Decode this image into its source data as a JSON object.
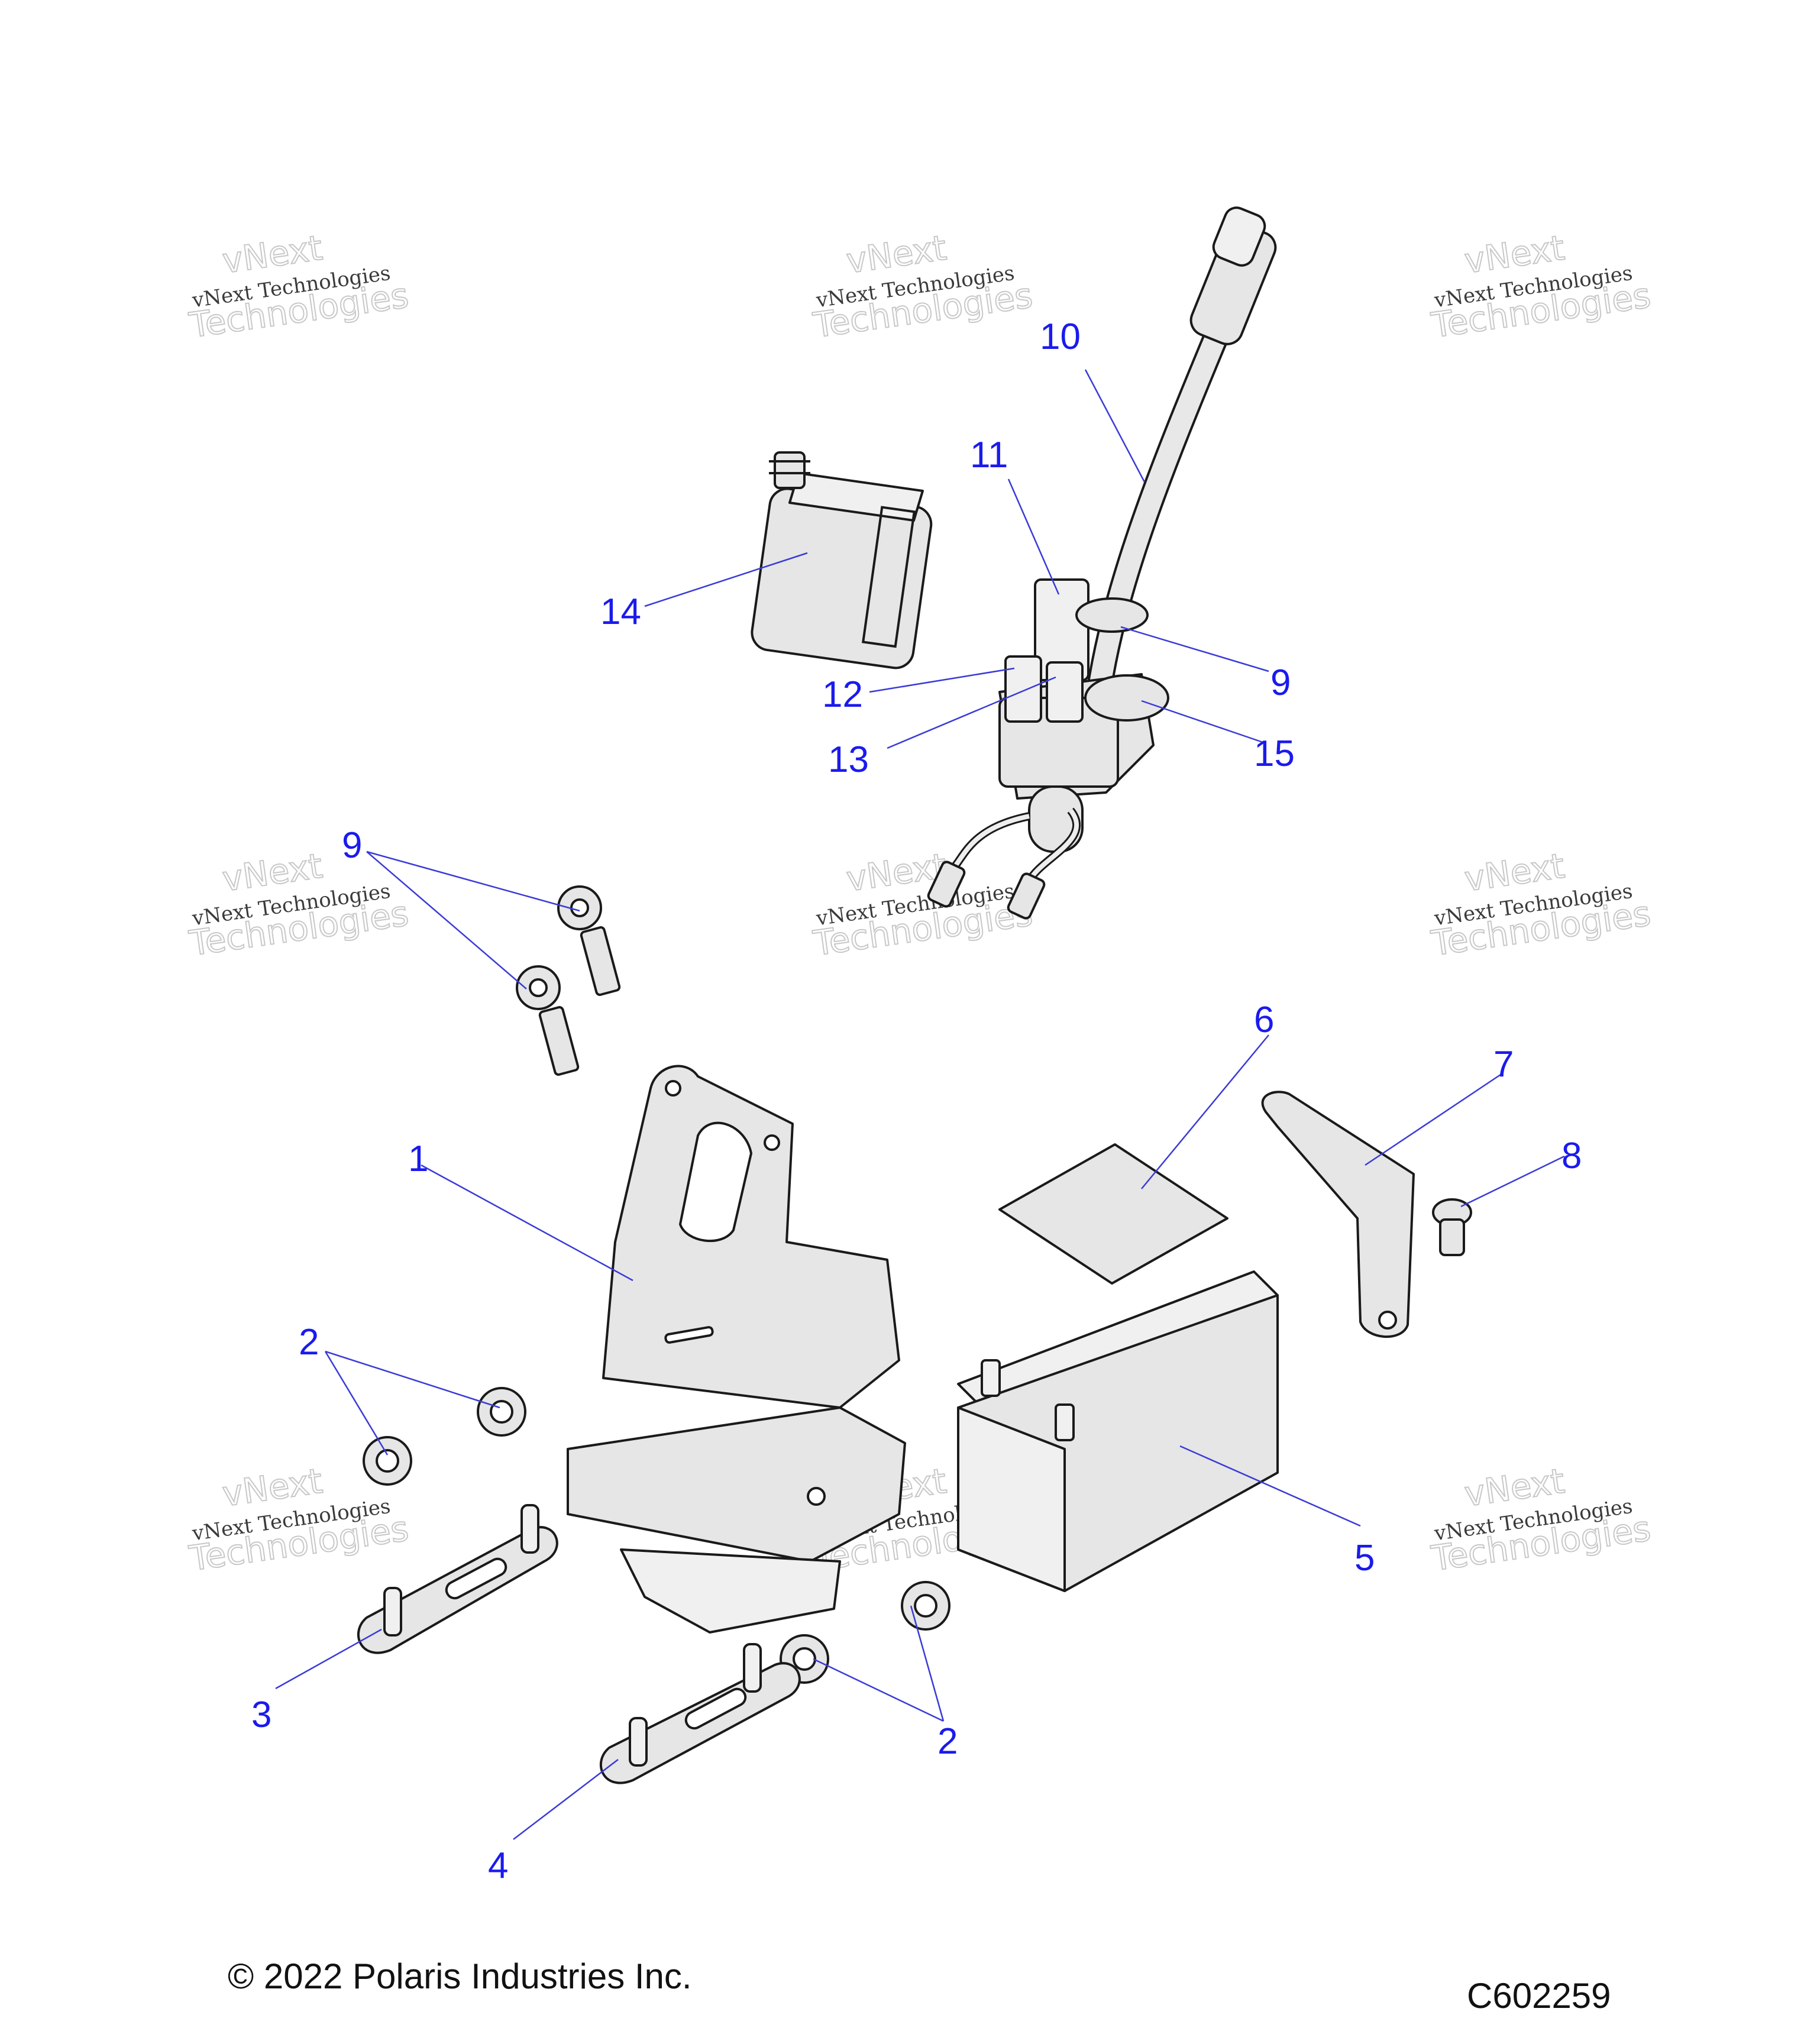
{
  "watermark": {
    "line1": "vNext",
    "line2": "vNext Technologies",
    "line3": "Technologies"
  },
  "callouts": {
    "c1": "1",
    "c2a": "2",
    "c2b": "2",
    "c3": "3",
    "c4": "4",
    "c5": "5",
    "c6": "6",
    "c7": "7",
    "c8": "8",
    "c9a": "9",
    "c9b": "9",
    "c10": "10",
    "c11": "11",
    "c12": "12",
    "c13": "13",
    "c14": "14",
    "c15": "15"
  },
  "footer": {
    "copyright": "© 2022 Polaris Industries Inc.",
    "diagram_id": "C602259"
  }
}
